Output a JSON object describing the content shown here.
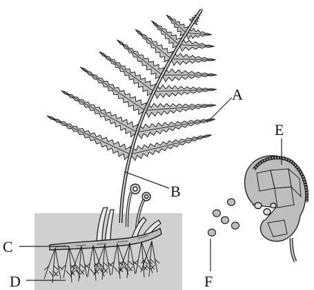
{
  "labels": {
    "a": "A",
    "b": "B",
    "c": "C",
    "d": "D",
    "e": "E",
    "f": "F"
  },
  "colors": {
    "soil": "#d0d0d0",
    "frond_fill": "#c2c2c2",
    "sporangium_fill": "#bdbdbd",
    "outline": "#222222"
  }
}
